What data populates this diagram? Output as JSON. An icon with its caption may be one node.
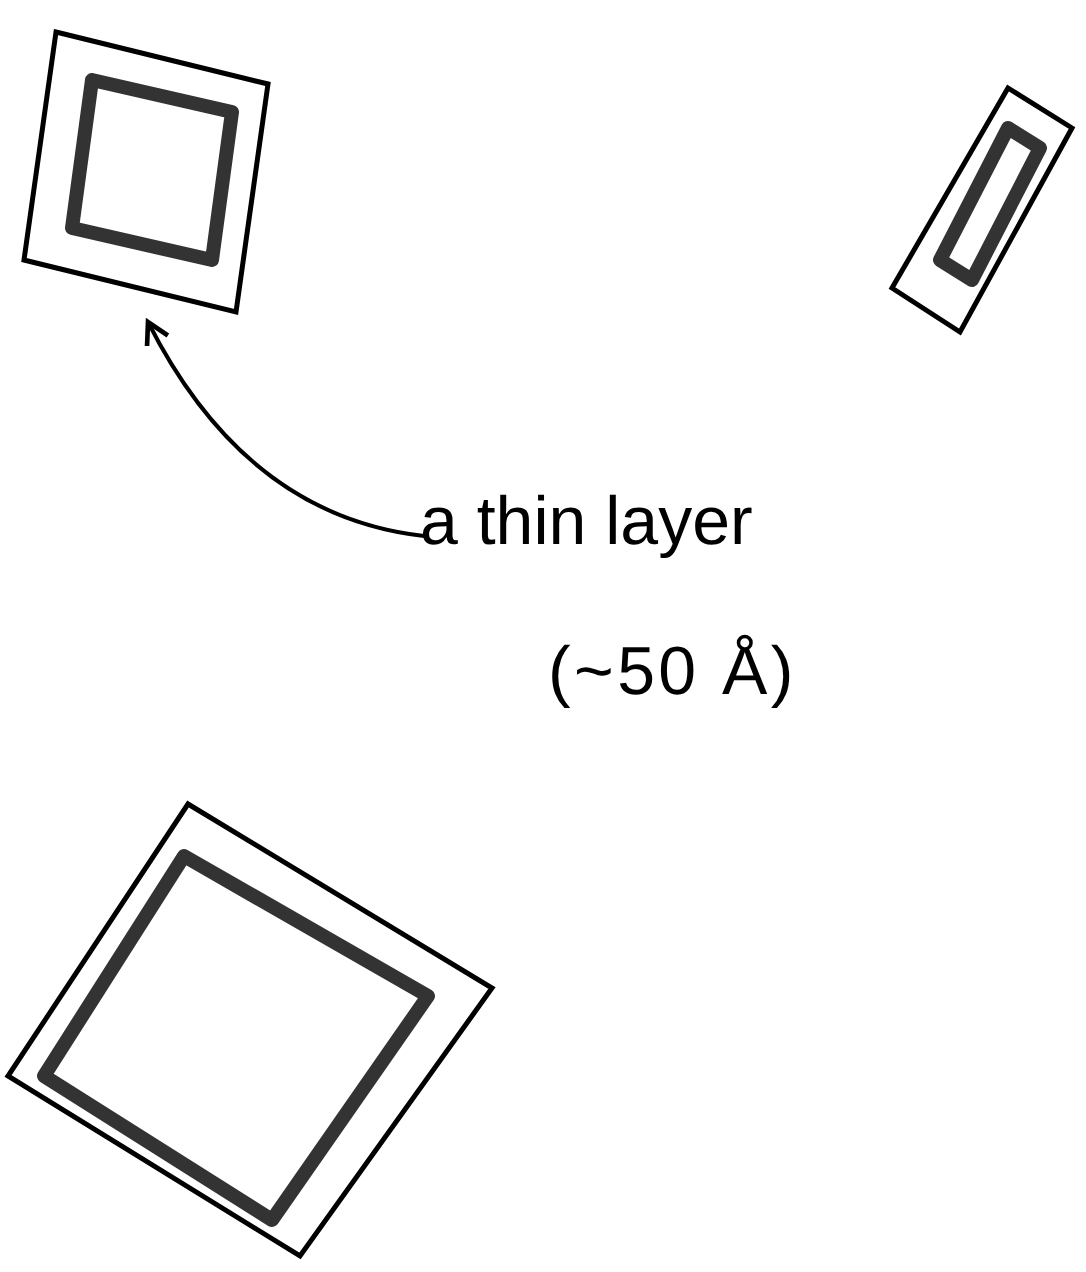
{
  "diagram": {
    "nodes": [
      {
        "text": [],
        "shape": "box"
      },
      {
        "text": [],
        "shape": "box"
      },
      {
        "text": [
          "a thin layer",
          "(~50 Å)"
        ]
      },
      {
        "text": [],
        "shape": "box"
      }
    ],
    "edges": [
      {
        "from": 2,
        "to": 0,
        "arrow": "to"
      }
    ]
  }
}
